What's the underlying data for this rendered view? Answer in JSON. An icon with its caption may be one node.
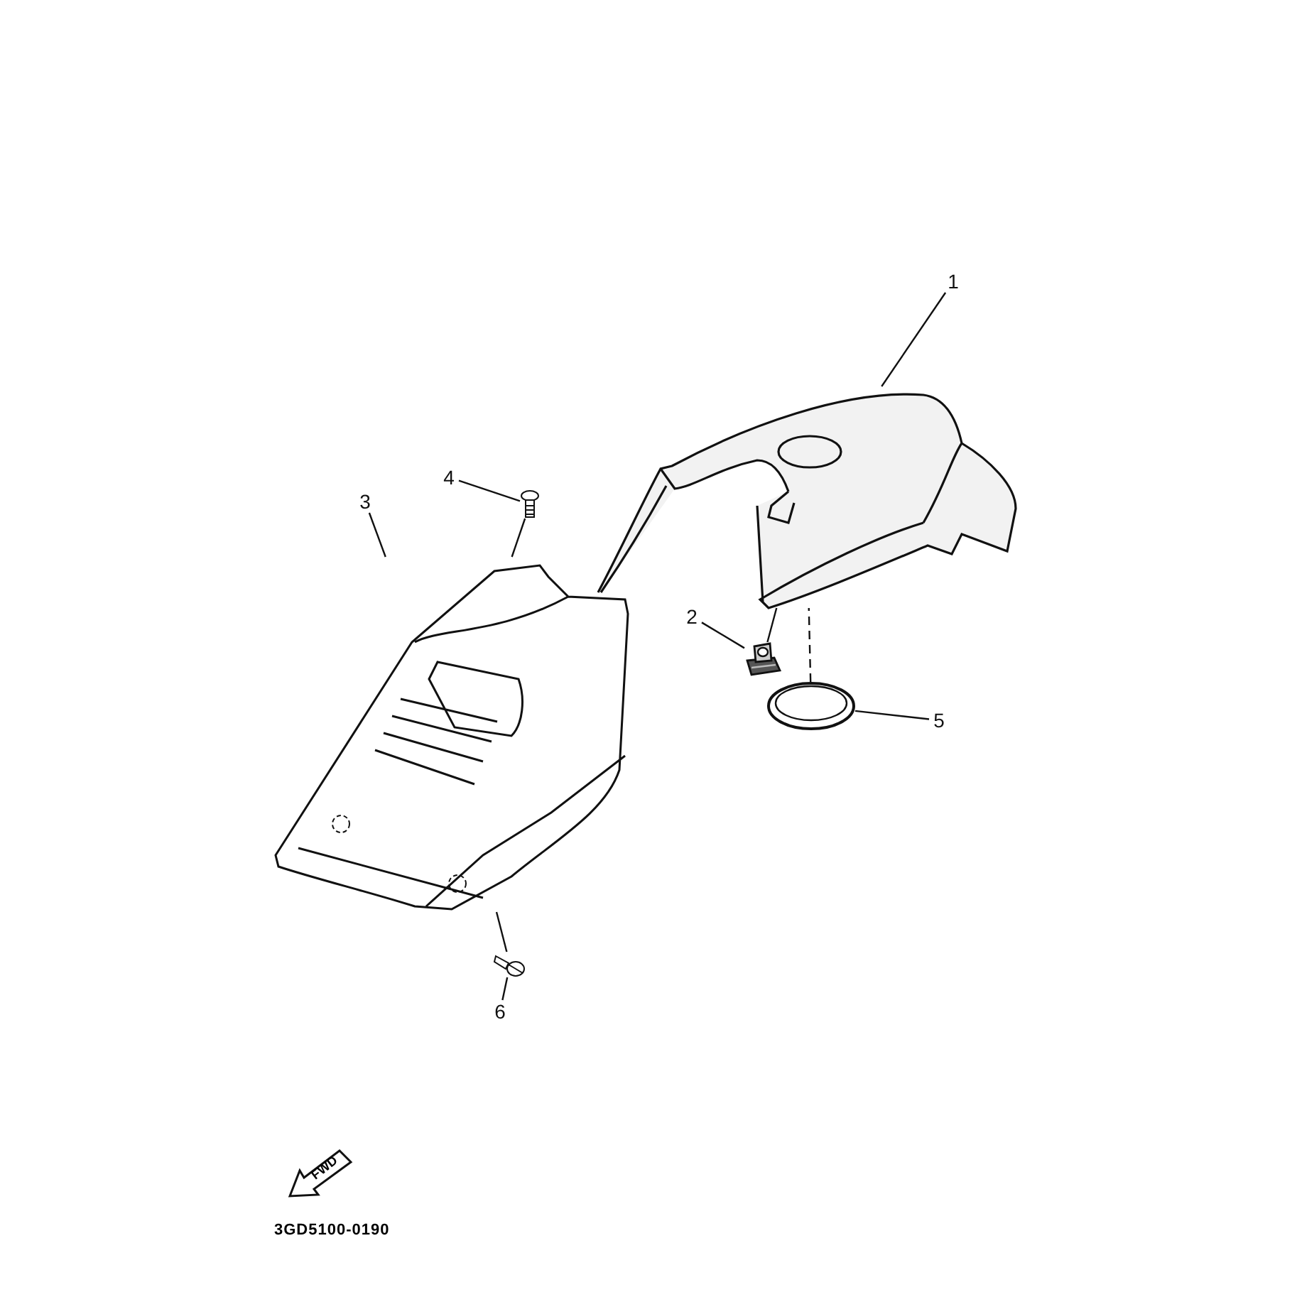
{
  "diagram": {
    "nodes": [
      {
        "text": [
          "1"
        ]
      },
      {
        "text": [],
        "shape": "picture"
      },
      {
        "text": [
          "2"
        ]
      },
      {
        "text": [],
        "shape": "picture"
      },
      {
        "text": [
          "3"
        ]
      },
      {
        "text": [],
        "shape": "picture"
      },
      {
        "text": [
          "4"
        ]
      },
      {
        "text": [],
        "shape": "picture"
      },
      {
        "text": [
          "5"
        ]
      },
      {
        "text": [],
        "shape": "picture"
      },
      {
        "text": [
          "6"
        ]
      },
      {
        "text": [],
        "shape": "picture"
      }
    ],
    "edges": [
      {
        "from": 0,
        "to": 1,
        "arrow": "none"
      },
      {
        "from": 2,
        "to": 3,
        "arrow": "none"
      },
      {
        "from": 3,
        "to": 1,
        "arrow": "none"
      },
      {
        "from": 4,
        "to": 5,
        "arrow": "none"
      },
      {
        "from": 6,
        "to": 7,
        "arrow": "none"
      },
      {
        "from": 7,
        "to": 5,
        "arrow": "none"
      },
      {
        "from": 8,
        "to": 9,
        "arrow": "none"
      },
      {
        "from": 9,
        "to": 1,
        "arrow": "none",
        "style": "dashed"
      },
      {
        "from": 10,
        "to": 11,
        "arrow": "none"
      },
      {
        "from": 11,
        "to": 5,
        "arrow": "none"
      }
    ],
    "labels": [
      "FWD",
      "3GD5100-0190"
    ]
  }
}
